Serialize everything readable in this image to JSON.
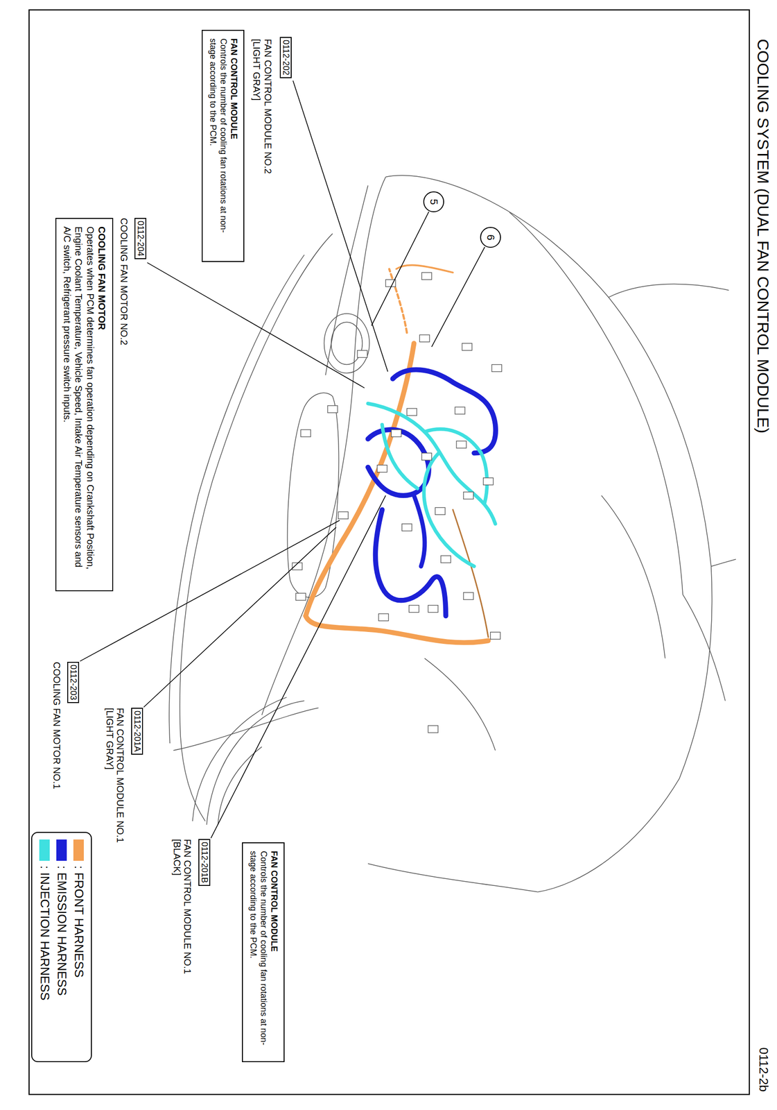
{
  "diagram": {
    "title": "COOLING SYSTEM (DUAL FAN CONTROL MODULE)",
    "nodes": [
      {
        "text": [
          "5"
        ]
      },
      {
        "text": [
          "6"
        ]
      },
      {
        "text": [
          "0112-202"
        ]
      },
      {
        "text": [
          "FAN CONTROL MODULE",
          "Controls the number of cooling fan rotations at non-stage according to the PCM."
        ]
      },
      {
        "text": [
          "0112-204"
        ]
      },
      {
        "text": [
          "COOLING FAN MOTOR",
          "Operates when PCM determines fan operation depending on Crankshaft Position, Engine Coolant Temperature, Vehicle Speed, Intake Air Temperature sensors and A/C switch, Refrigerant pressure switch inputs."
        ]
      },
      {
        "text": [
          "0112-203"
        ]
      },
      {
        "text": [
          "0112-201A"
        ]
      },
      {
        "text": [
          "FAN CONTROL MODULE",
          "Controls the number of cooling fan rotations at non-stage according to the PCM."
        ]
      },
      {
        "text": [
          "0112-201B"
        ]
      }
    ],
    "labels": [
      "0112-2b",
      "FAN CONTROL MODULE NO.2",
      "[LIGHT GRAY]",
      "COOLING FAN MOTOR NO.2",
      "COOLING FAN MOTOR NO.1",
      "FAN CONTROL MODULE NO.1",
      "[LIGHT GRAY]",
      "FAN CONTROL MODULE NO.1",
      "[BLACK]"
    ],
    "legend": [
      {
        "text": ": FRONT HARNESS",
        "color": "#F4A052"
      },
      {
        "text": ": EMISSION HARNESS",
        "color": "#1C20D6"
      },
      {
        "text": ": INJECTION HARNESS",
        "color": "#3FE0E0"
      }
    ]
  }
}
